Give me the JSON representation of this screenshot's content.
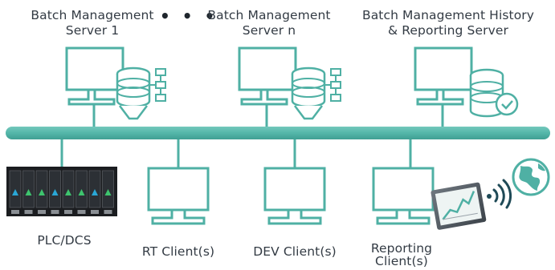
{
  "servers": [
    {
      "line1": "Batch Management",
      "line2": "Server 1"
    },
    {
      "line1": "Batch Management",
      "line2": "Server n"
    },
    {
      "line1": "Batch Management History",
      "line2": "& Reporting Server"
    }
  ],
  "ellipsis": "• • •",
  "clients": [
    {
      "label": "PLC/DCS"
    },
    {
      "label": "RT Client(s)"
    },
    {
      "label": "DEV Client(s)"
    },
    {
      "label_line1": "Reporting",
      "label_line2": "Client(s)"
    }
  ],
  "colors": {
    "accent": "#4fb0a4",
    "bus": "#54b6a9",
    "device_dark": "#1b1d20",
    "led_blue": "#2aa7d6",
    "led_green": "#3ec46e"
  },
  "icons": [
    "monitor-icon",
    "database-funnel-icon",
    "database-clock-icon",
    "plc-rack-icon",
    "trend-chart-icon",
    "wireless-signal-icon",
    "globe-icon"
  ]
}
